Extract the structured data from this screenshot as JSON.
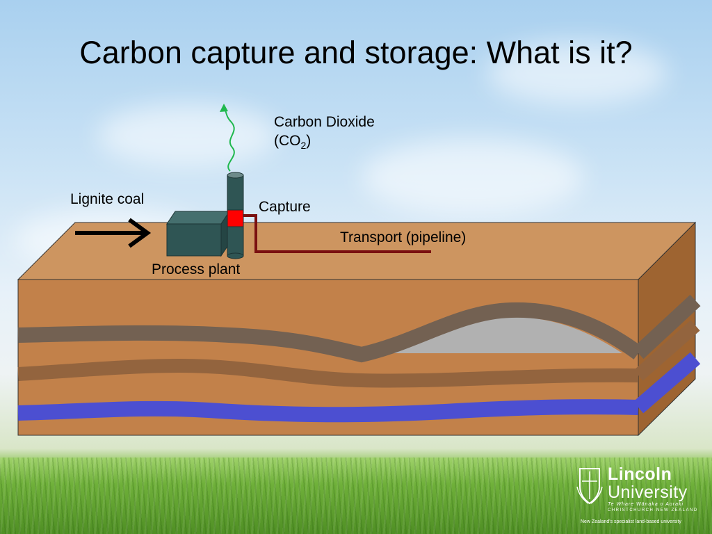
{
  "slide": {
    "title": "Carbon capture and storage: What is it?"
  },
  "labels": {
    "co2_line1": "Carbon Dioxide",
    "co2_prefix": "(CO",
    "co2_subscript": "2",
    "co2_suffix": ")",
    "lignite": "Lignite coal",
    "capture": "Capture",
    "transport": "Transport (pipeline)",
    "process_plant": "Process plant"
  },
  "logo": {
    "name_line1": "Lincoln",
    "name_line2": "University",
    "maori_name": "Te Whare Wānaka o Aoraki",
    "location": "CHRISTCHURCH·NEW ZEALAND",
    "tagline": "New Zealand's specialist land-based university"
  },
  "colors": {
    "ground_front": "#c2814a",
    "ground_top": "#cd9560",
    "ground_side": "#9e6431",
    "gray_layer": "#736152",
    "brown_layer": "#93643e",
    "aquifer": "#4c4fd1",
    "co2_storage": "#b1b1b1",
    "plant": "#2f5554",
    "capture_band": "#ff0000",
    "pipeline": "#7a1010",
    "co2_arrow": "#1fb84d"
  }
}
